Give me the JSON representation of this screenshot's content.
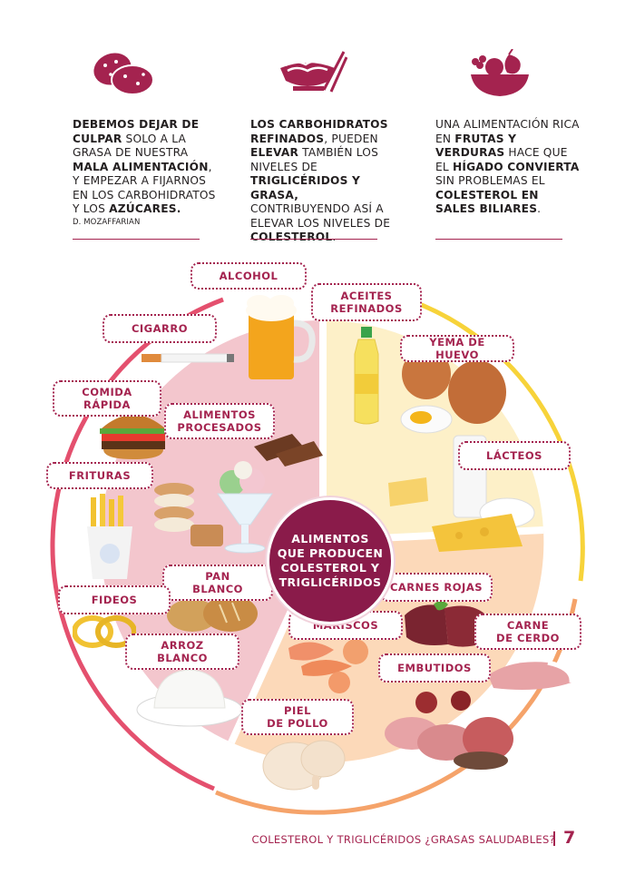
{
  "colors": {
    "accent": "#a4234f",
    "dark_magenta": "#8a1b4a",
    "pink_section": "#f3c6cd",
    "yellow_section": "#fdf0c8",
    "orange_section": "#fcd9b9"
  },
  "icons": [
    "potatoes-icon",
    "noodle-bowl-icon",
    "fruit-bowl-icon"
  ],
  "columns": [
    {
      "parts": [
        {
          "t": "DEBEMOS DEJAR DE CULPAR",
          "b": true
        },
        {
          "t": " SOLO A LA GRASA DE NUESTRA ",
          "b": false
        },
        {
          "t": "MALA ALIMENTACIÓN",
          "b": true
        },
        {
          "t": ", Y EMPEZAR A FIJARNOS EN LOS CARBOHIDRATOS Y LOS ",
          "b": false
        },
        {
          "t": "AZÚCARES.",
          "b": true
        }
      ],
      "source": "D. MOZAFFARIAN"
    },
    {
      "parts": [
        {
          "t": "LOS CARBOHIDRATOS REFINADOS",
          "b": true
        },
        {
          "t": ", PUEDEN ",
          "b": false
        },
        {
          "t": "ELEVAR",
          "b": true
        },
        {
          "t": " TAMBIÉN LOS NIVELES DE ",
          "b": false
        },
        {
          "t": "TRIGLICÉRIDOS Y GRASA,",
          "b": true
        },
        {
          "t": " CONTRIBUYENDO ASÍ A ELEVAR LOS NIVELES DE ",
          "b": false
        },
        {
          "t": "COLESTEROL",
          "b": true
        },
        {
          "t": ".",
          "b": false
        }
      ]
    },
    {
      "parts": [
        {
          "t": "UNA ALIMENTACIÓN RICA EN ",
          "b": false
        },
        {
          "t": "FRUTAS Y VERDURAS",
          "b": true
        },
        {
          "t": " HACE QUE EL ",
          "b": false
        },
        {
          "t": "HÍGADO CONVIERTA",
          "b": true
        },
        {
          "t": " SIN PROBLEMAS EL ",
          "b": false
        },
        {
          "t": "COLESTEROL EN SALES BILIARES",
          "b": true
        },
        {
          "t": ".",
          "b": false
        }
      ]
    }
  ],
  "wheel": {
    "center": "ALIMENTOS\nQUE PRODUCEN\nCOLESTEROL Y\nTRIGLICÉRIDOS",
    "labels": {
      "alcohol": "ALCOHOL",
      "aceites": "ACEITES\nREFINADOS",
      "cigarro": "CIGARRO",
      "yema": "YEMA DE HUEVO",
      "comida_rapida": "COMIDA\nRÁPIDA",
      "procesados": "ALIMENTOS\nPROCESADOS",
      "lacteos": "LÁCTEOS",
      "frituras": "FRITURAS",
      "pan": "PAN\nBLANCO",
      "carnes_rojas": "CARNES ROJAS",
      "fideos": "FIDEOS",
      "mariscos": "MARISCOS",
      "carne_cerdo": "CARNE\nDE CERDO",
      "arroz": "ARROZ\nBLANCO",
      "embutidos": "EMBUTIDOS",
      "piel_pollo": "PIEL\nDE POLLO"
    }
  },
  "footer": {
    "text": "COLESTEROL Y TRIGLICÉRIDOS ¿GRASAS SALUDABLES?",
    "page": "7"
  }
}
